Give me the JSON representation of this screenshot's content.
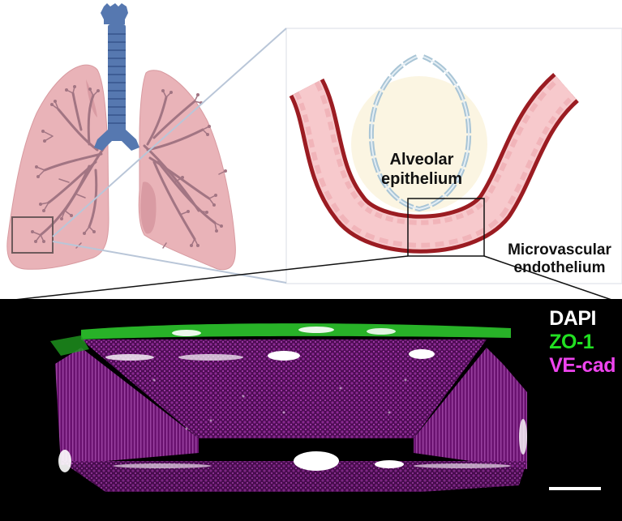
{
  "figure": {
    "panels": {
      "lung": {
        "description": "Illustration of human lungs with trachea; inset box at lower-left of left lung",
        "colors": {
          "trachea": "#5678b0",
          "lung": "#e9b3b8",
          "bronchi": "#a0707e",
          "zoom_line": "#b9c6d8",
          "inset_box": "#6e5a5c"
        }
      },
      "alveolus": {
        "label_alveolar": "Alveolar",
        "label_epithelium": "epithelium",
        "label_micro": "Microvascular",
        "label_endo": "endothelium",
        "colors": {
          "vessel_wall": "#9b1c22",
          "vessel_fill": "#f7c9cc",
          "cells": "#e58c95",
          "alveolus_fill": "#fbf5e2",
          "alveolus_wall": "#a9c5d6"
        }
      },
      "microscopy": {
        "legend": [
          {
            "label": "DAPI",
            "color": "#ffffff"
          },
          {
            "label": "ZO-1",
            "color": "#22e022"
          },
          {
            "label": "VE-cad",
            "color": "#ee44ee"
          }
        ],
        "scale_bar": {
          "color": "#ffffff"
        },
        "colors": {
          "background": "#000000",
          "magenta": "#a020a8",
          "green": "#2fd12f",
          "white": "#ffffff"
        }
      }
    }
  }
}
